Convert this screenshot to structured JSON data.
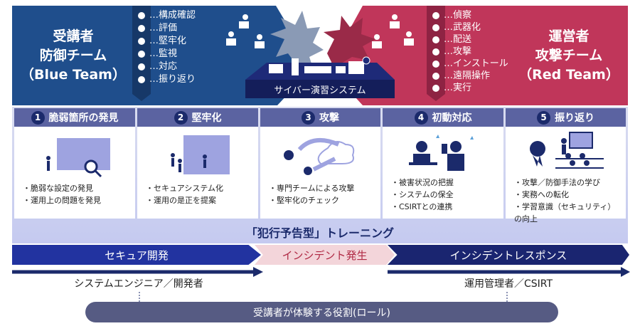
{
  "blue_team": {
    "title_lines": [
      "受講者",
      "防御チーム",
      "（Blue Team）"
    ],
    "items": [
      "…構成確認",
      "…評価",
      "…堅牢化",
      "…監視",
      "…対応",
      "…振り返り"
    ]
  },
  "red_team": {
    "title_lines": [
      "運営者",
      "攻撃チーム",
      "（Red Team）"
    ],
    "items": [
      "…偵察",
      "…武器化",
      "…配送",
      "…攻撃",
      "…インストール",
      "…遠隔操作",
      "…実行"
    ]
  },
  "system_label": "サイバー演習システム",
  "steps": [
    {
      "num": "1",
      "title": "脆弱箇所の発見",
      "points": [
        "脆弱な設定の発見",
        "運用上の問題を発見"
      ]
    },
    {
      "num": "2",
      "title": "堅牢化",
      "points": [
        "セキュアシステム化",
        "運用の是正を提案"
      ]
    },
    {
      "num": "3",
      "title": "攻撃",
      "points": [
        "専門チームによる攻撃",
        "堅牢化のチェック"
      ]
    },
    {
      "num": "4",
      "title": "初動対応",
      "points": [
        "被害状況の把握",
        "システムの保全",
        "CSIRTとの連携"
      ]
    },
    {
      "num": "5",
      "title": "振り返り",
      "points": [
        "攻撃／防御手法の学び",
        "実務への転化",
        "学習意識（セキュリティ）の向上"
      ]
    }
  ],
  "training_title": "「犯行予告型」トレーニング",
  "phases": [
    "セキュア開発",
    "インシデント発生",
    "インシデントレスポンス"
  ],
  "roles": [
    "システムエンジニア／開発者",
    "運用管理者／CSIRT"
  ],
  "role_caption": "受講者が体験する役割(ロール)",
  "colors": {
    "blue": "#1f4e8c",
    "red": "#c0365a",
    "navy": "#1b2a6b",
    "step_header": "#5b63a1"
  }
}
